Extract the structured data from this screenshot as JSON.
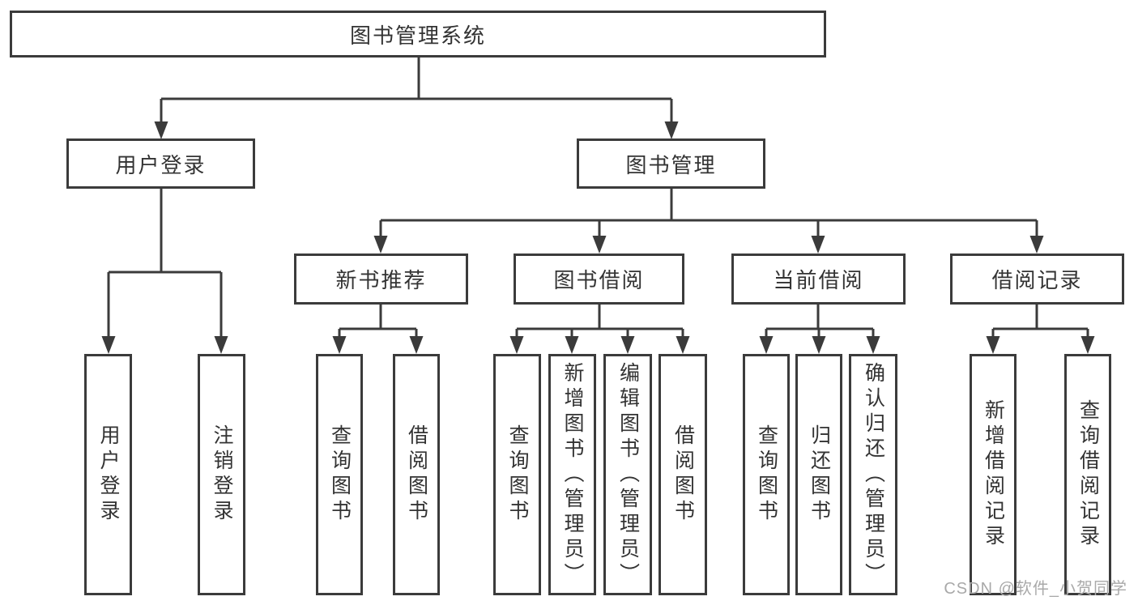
{
  "tree": {
    "root": "图书管理系统",
    "children": [
      {
        "label": "用户登录",
        "children": [
          "用户登录",
          "注销登录"
        ]
      },
      {
        "label": "图书管理",
        "children": [
          {
            "label": "新书推荐",
            "children": [
              "查询图书",
              "借阅图书"
            ]
          },
          {
            "label": "图书借阅",
            "children": [
              "查询图书",
              "新增图书（管理员）",
              "编辑图书（管理员）",
              "借阅图书"
            ]
          },
          {
            "label": "当前借阅",
            "children": [
              "查询图书",
              "归还图书",
              "确认归还（管理员）"
            ]
          },
          {
            "label": "借阅记录",
            "children": [
              "新增借阅记录",
              "查询借阅记录"
            ]
          }
        ]
      }
    ]
  },
  "watermark": "CSDN @软件_小贺同学",
  "colors": {
    "line": "#3b3b3b",
    "node_border": "#3b3b3b",
    "text": "#333333",
    "watermark": "#a9a9a9",
    "background": "#ffffff"
  }
}
